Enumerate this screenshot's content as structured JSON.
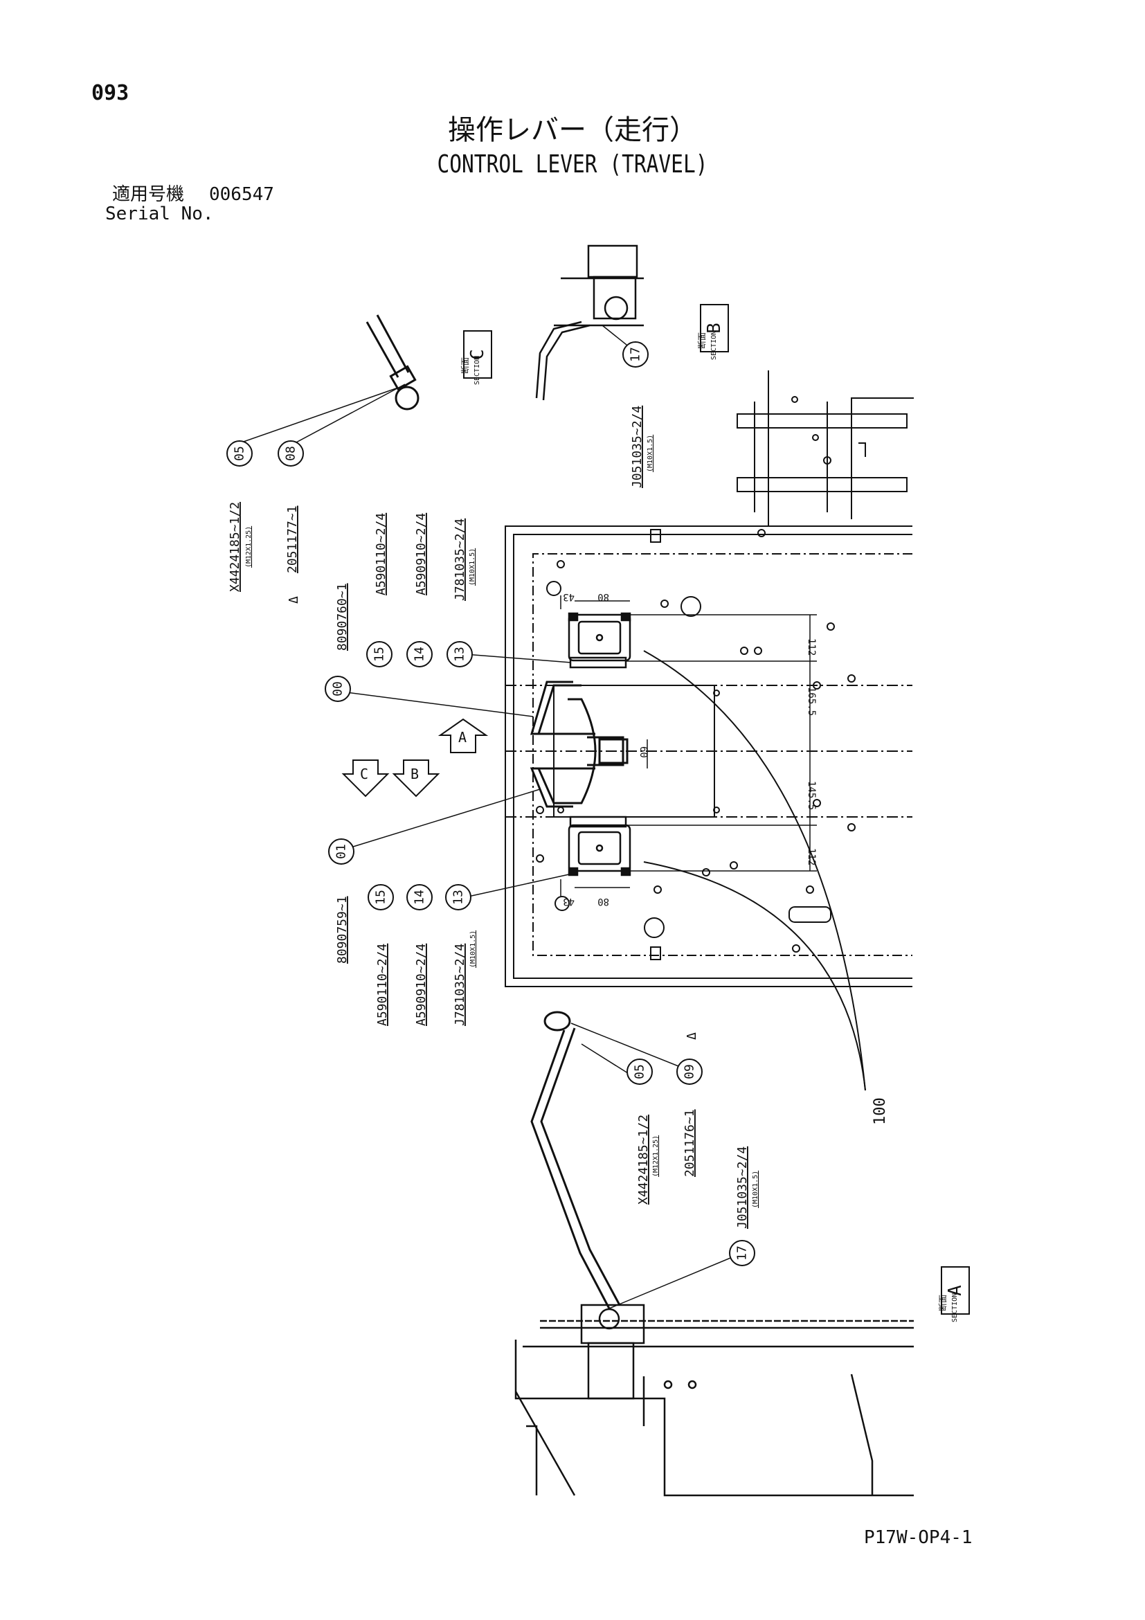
{
  "page": {
    "number": "093",
    "document_code": "P17W-OP4-1"
  },
  "title": {
    "japanese": "操作レバー（走行）",
    "english": "CONTROL LEVER (TRAVEL)"
  },
  "serial": {
    "label_jp": "適用号機",
    "label_en": "Serial No.",
    "value": "006547"
  },
  "sections": {
    "c": {
      "jp": "断面",
      "en": "SECTION",
      "letter": "C"
    },
    "b": {
      "jp": "断面",
      "en": "SECTION",
      "letter": "B"
    },
    "a": {
      "jp": "断面",
      "en": "SECTION",
      "letter": "A"
    }
  },
  "view_arrows": {
    "a": "A",
    "b": "B",
    "c": "C"
  },
  "callouts": {
    "c05": "05",
    "c08": "08",
    "c00": "00",
    "c15t": "15",
    "c14t": "14",
    "c13t": "13",
    "c01": "01",
    "c15b": "15",
    "c14b": "14",
    "c13b": "13",
    "c17t": "17",
    "c05b": "05",
    "c09": "09",
    "c17b": "17"
  },
  "parts": {
    "x4424185_top": "X4424185~1/2",
    "x4424185_top_sub": "(M12X1.25)",
    "p2051177": "2051177~1",
    "p8090760": "8090760~1",
    "a590110_top": "A590110~2/4",
    "a590910_top": "A590910~2/4",
    "j781035_top": "J781035~2/4",
    "j781035_top_sub": "(M10X1.5)",
    "j051035_top": "J051035~2/4",
    "j051035_top_sub": "(M10X1.5)",
    "p8090759": "8090759~1",
    "a590110_bot": "A590110~2/4",
    "a590910_bot": "A590910~2/4",
    "j781035_bot": "J781035~2/4",
    "j781035_bot_sub": "(M10X1.5)",
    "x4424185_bot": "X4424185~1/2",
    "x4424185_bot_sub": "(M12X1.25)",
    "p2051176": "2051176~1",
    "j051035_bot": "J051035~2/4",
    "j051035_bot_sub": "(M10X1.5)",
    "p100": "100"
  },
  "marks": {
    "revision_mark": "Δ"
  },
  "dimensions": {
    "d112_top": "112",
    "d165_5": "165.5",
    "d145_5": "145.5",
    "d112_bot": "112",
    "d80_top": "80",
    "d43_top": "43",
    "d80_bot": "80",
    "d43_bot": "43",
    "d60": "60"
  }
}
